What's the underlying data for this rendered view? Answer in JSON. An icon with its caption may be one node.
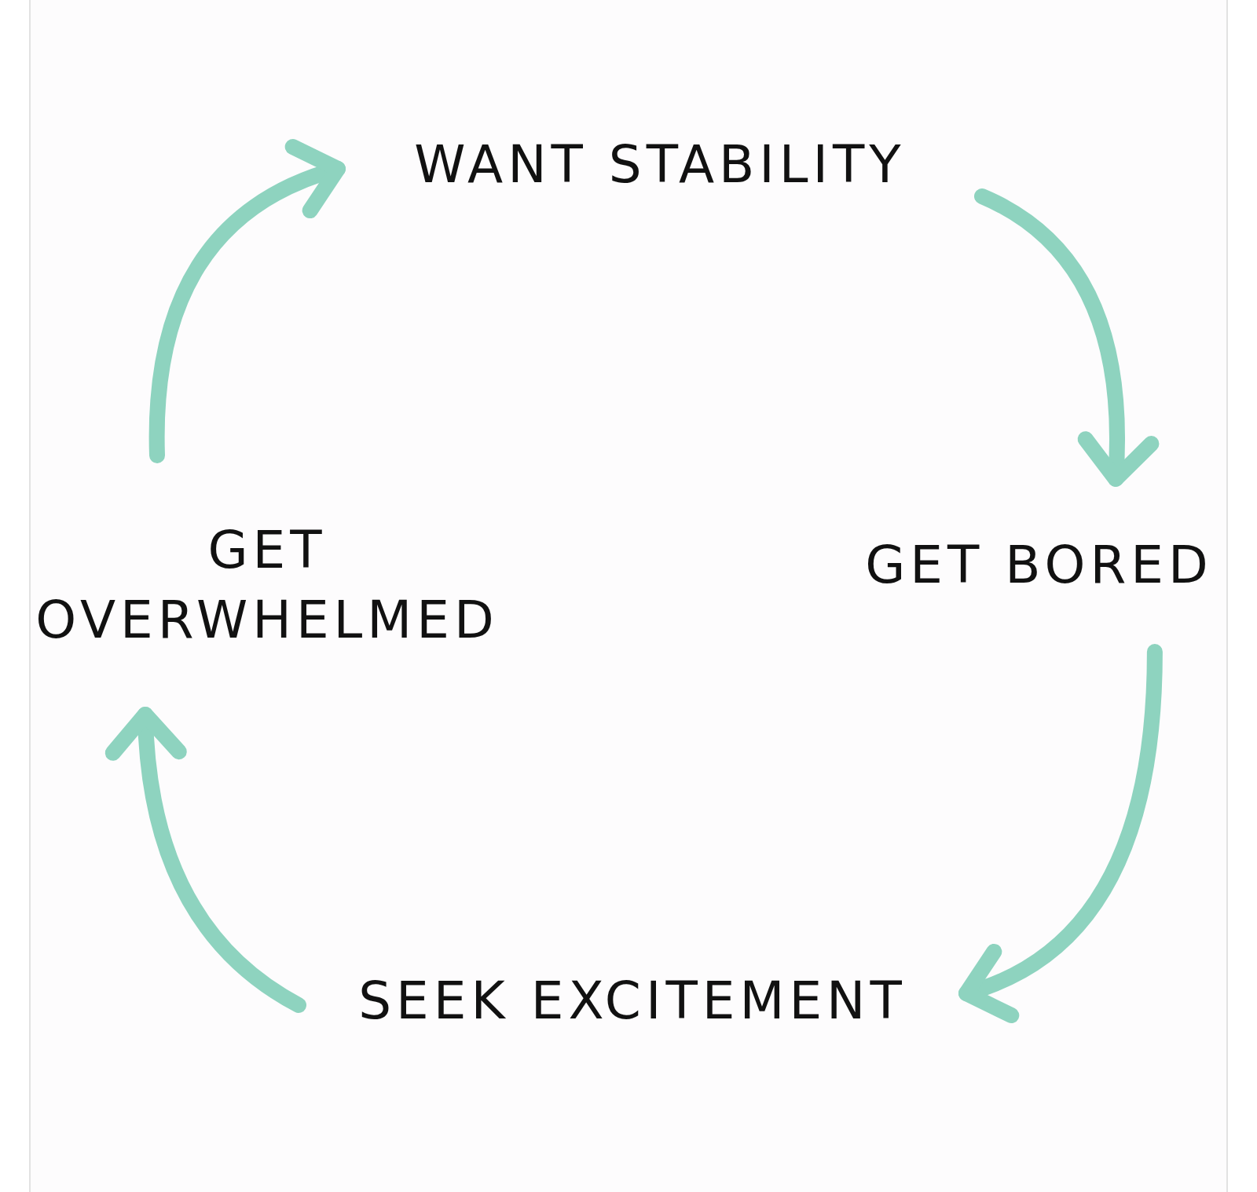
{
  "diagram": {
    "nodes": [
      {
        "text": [
          "WANT STABILITY"
        ]
      },
      {
        "text": [
          "GET BORED"
        ]
      },
      {
        "text": [
          "SEEK EXCITEMENT"
        ]
      },
      {
        "text": [
          "GET OVERWHELMED"
        ]
      }
    ],
    "edges": [
      {
        "from": 0,
        "to": 1,
        "arrow": "to"
      },
      {
        "from": 1,
        "to": 2,
        "arrow": "to"
      },
      {
        "from": 2,
        "to": 3,
        "arrow": "to"
      },
      {
        "from": 3,
        "to": 0,
        "arrow": "to"
      }
    ]
  }
}
